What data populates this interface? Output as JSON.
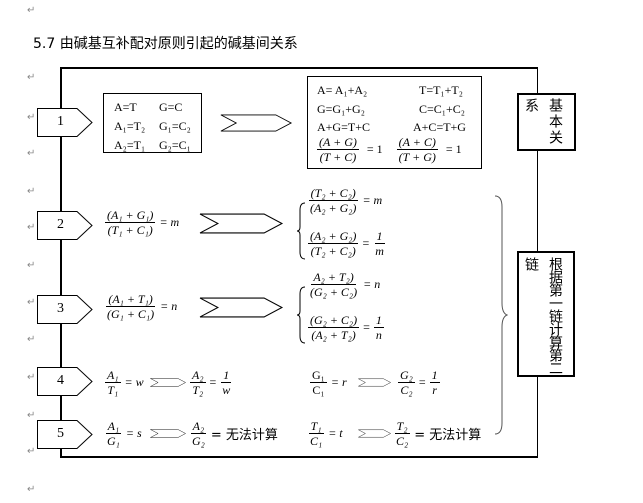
{
  "title": "5.7  由碱基互补配对原则引起的碱基间关系",
  "pilcrow": "↵",
  "tags": [
    "1",
    "2",
    "3",
    "4",
    "5"
  ],
  "box1": {
    "l1a": "A=T",
    "l1b": "G=C",
    "l2a": "A₁=T₂",
    "l2b": "G₁=C₂",
    "l3a": "A₂=T₁",
    "l3b": "G₂=C₁"
  },
  "box2": {
    "l1a": "A= A₁+A₂",
    "l1b": "T=T₁+T₂",
    "l2a": "G=G₁+G₂",
    "l2b": "C=C₁+C₂",
    "l3a": "A+G=T+C",
    "l3b": "A+C=T+G",
    "f1n": "(A + G)",
    "f1d": "(T + C)",
    "f2n": "(A + C)",
    "f2d": "(T + G)",
    "one": "= 1"
  },
  "side1": {
    "col1": "基本关",
    "col2": "系"
  },
  "side2": {
    "col1": "根据第一链计算第二",
    "col2": "链"
  },
  "row2": {
    "n": "(A₁ + G₁)",
    "d": "(T₁ + C₁)",
    "eq": "= m",
    "r1n": "(T₂ + C₂)",
    "r1d": "(A₂ + G₂)",
    "r1eq": "= m",
    "r2n": "(A₂ + G₂)",
    "r2d": "(T₂ + C₂)",
    "r2eq": "=",
    "r2fn": "1",
    "r2fd": "m"
  },
  "row3": {
    "n": "(A₁ + T₁)",
    "d": "(G₁ + C₁)",
    "eq": "= n",
    "r1n": "A₂ + T₂)",
    "r1d": "(G₂ + C₂)",
    "r1eq": "= n",
    "r2n": "(G₂ + C₂)",
    "r2d": "(A₂ + T₂)",
    "r2eq": "=",
    "r2fn": "1",
    "r2fd": "n"
  },
  "row4": {
    "an": "A₁",
    "ad": "T₁",
    "aeq": "= w",
    "bn": "A₂",
    "bd": "T₂",
    "beq": "=",
    "bfn": "1",
    "bfd": "w",
    "cn": "G₁",
    "cd": "C₁",
    "ceq": "= r",
    "dn": "G₂",
    "dd": "C₂",
    "deq": "=",
    "dfn": "1",
    "dfd": "r"
  },
  "row5": {
    "an": "A₁",
    "ad": "G₁",
    "aeq": "= s",
    "bn": "A₂",
    "bd": "G₂",
    "beq": "= 无法计算",
    "cn": "T₁",
    "cd": "C₁",
    "ceq": "= t",
    "dn": "T₂",
    "dd": "C₂",
    "deq": "= 无法计算"
  }
}
